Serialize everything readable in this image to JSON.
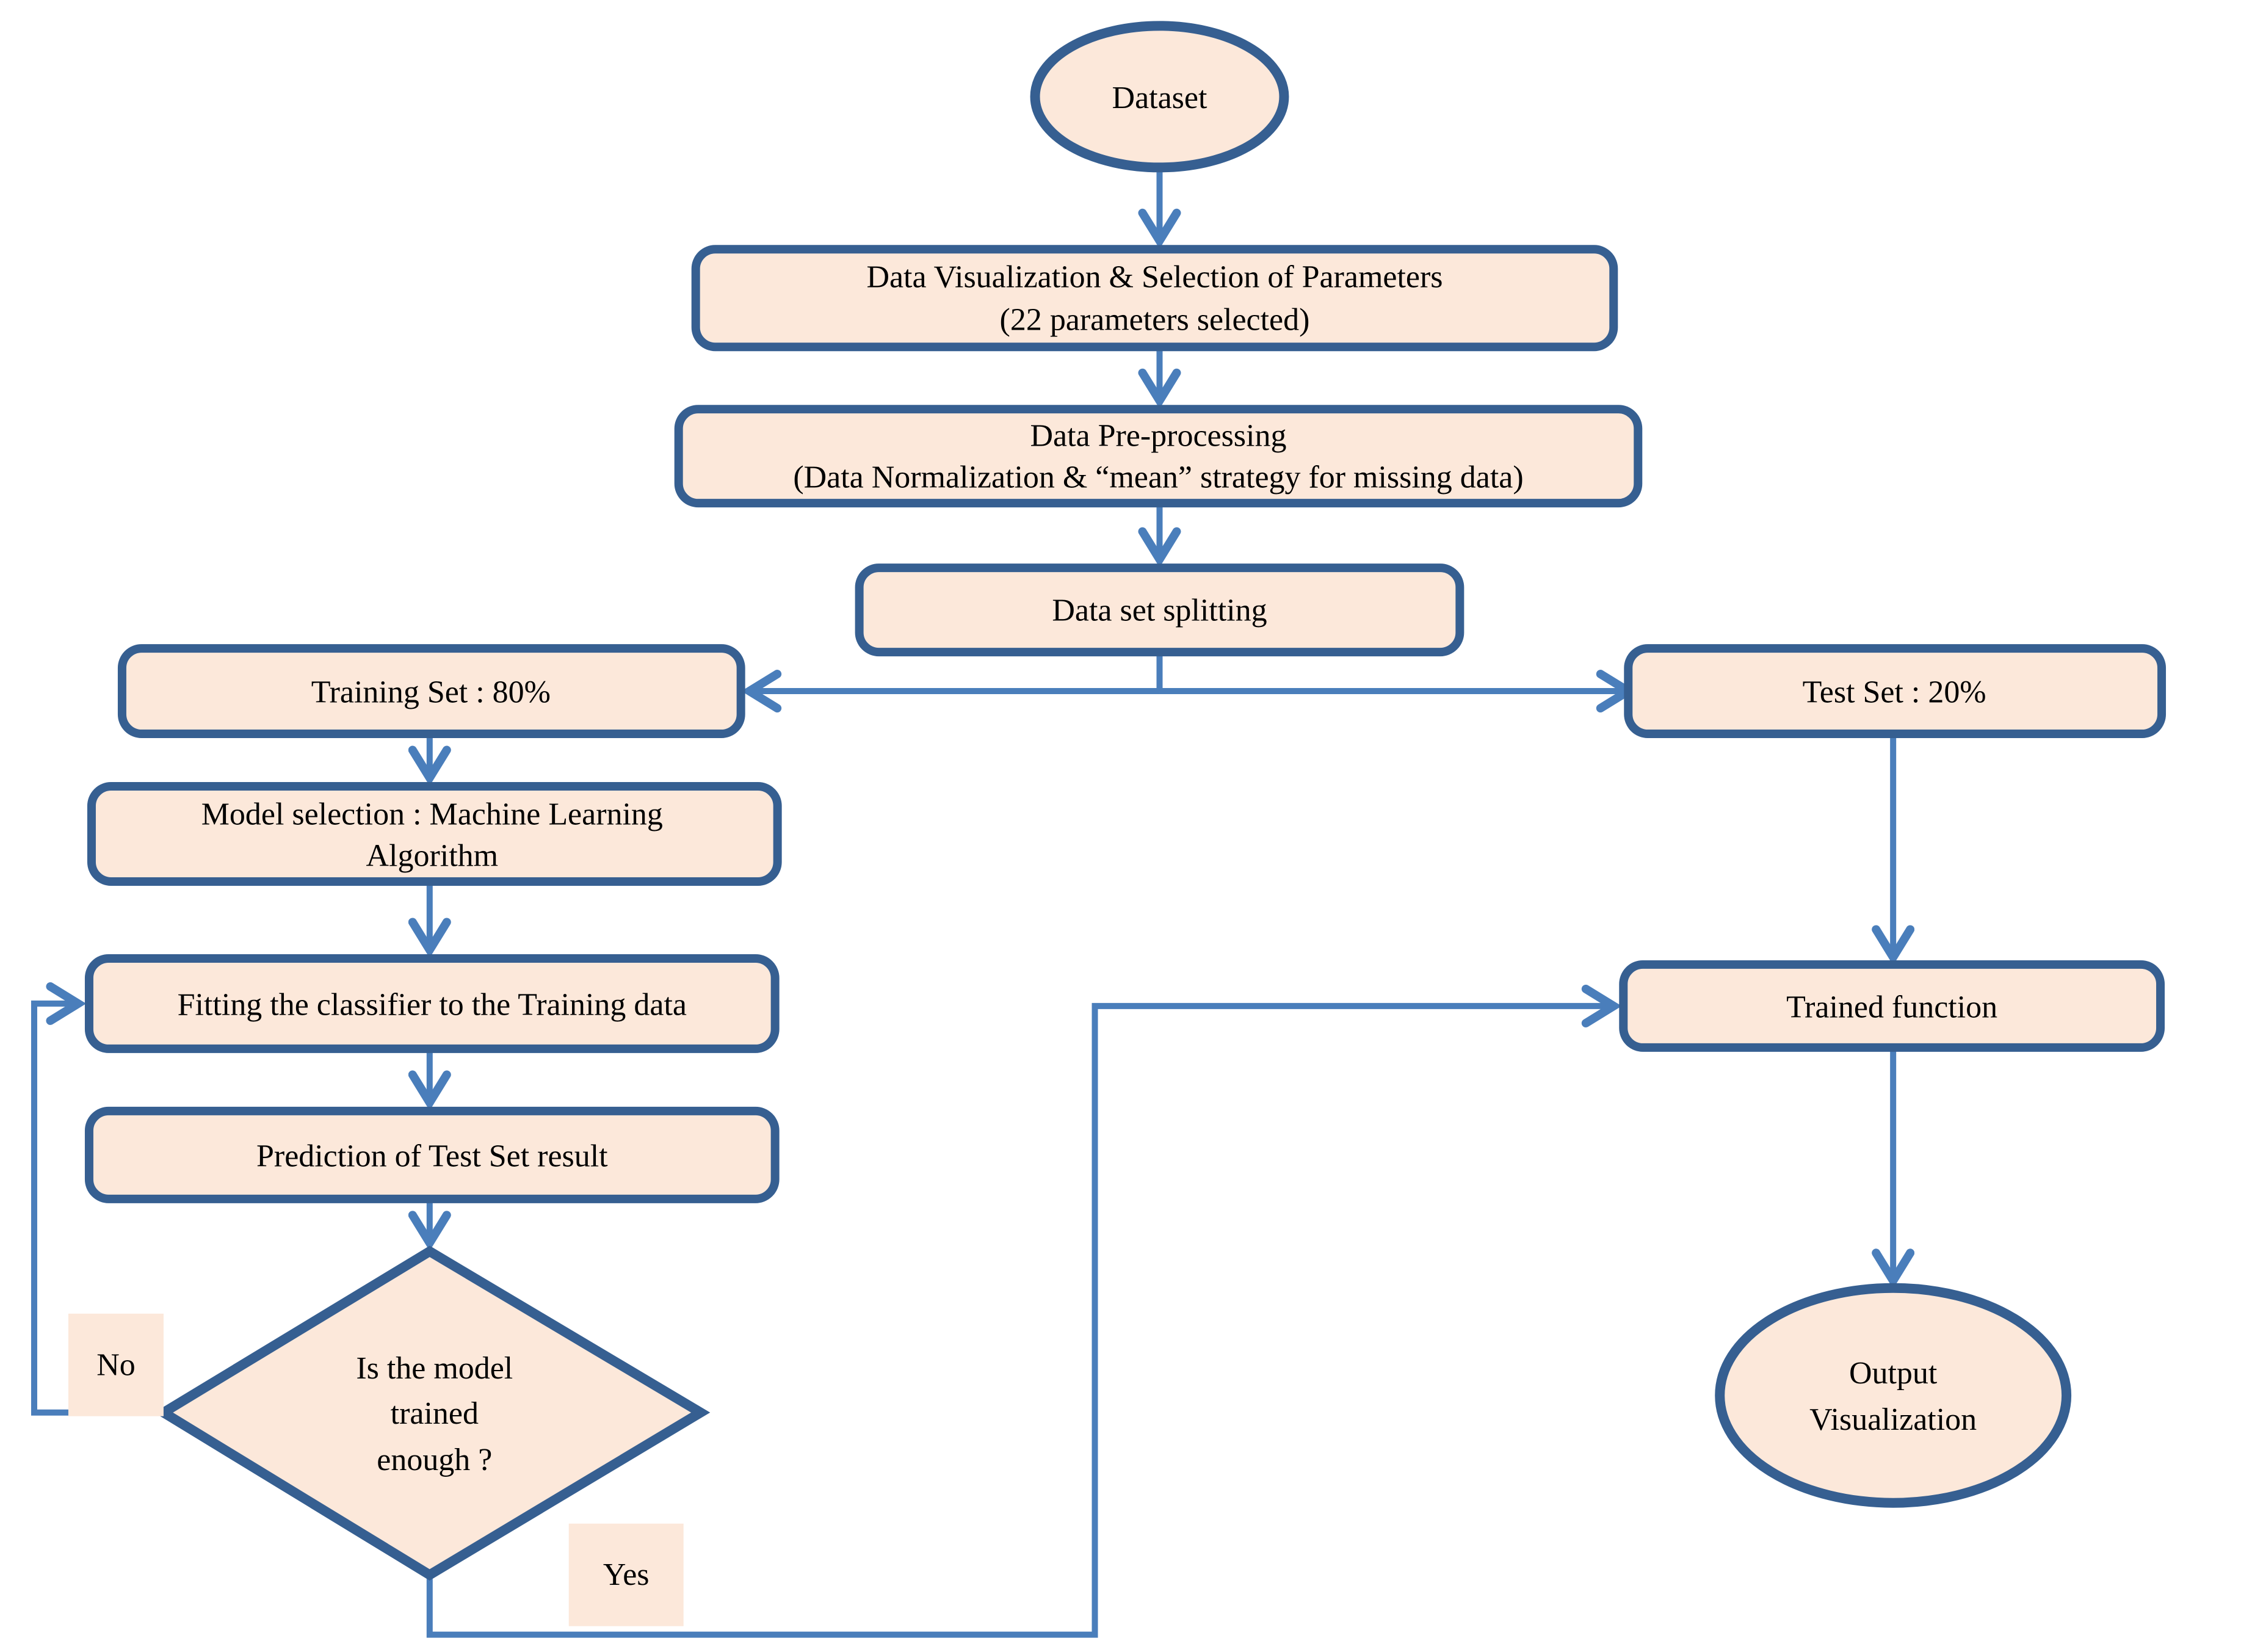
{
  "diagram": {
    "type": "flowchart",
    "title": "Machine learning workflow flowchart",
    "colors": {
      "node_fill": "#FCE8DA",
      "node_border": "#365F91",
      "connector": "#4A7EBB",
      "text": "#000000",
      "background": "#FFFFFF"
    },
    "nodes": {
      "dataset": {
        "shape": "ellipse",
        "lines": [
          "Dataset"
        ]
      },
      "visualization": {
        "shape": "rounded-rect",
        "lines": [
          "Data Visualization & Selection of Parameters",
          "(22 parameters selected)"
        ]
      },
      "preprocessing": {
        "shape": "rounded-rect",
        "lines": [
          "Data Pre-processing",
          "(Data Normalization & “mean” strategy for missing data)"
        ]
      },
      "splitting": {
        "shape": "rounded-rect",
        "lines": [
          "Data set splitting"
        ]
      },
      "training_set": {
        "shape": "rounded-rect",
        "lines": [
          "Training Set : 80%"
        ]
      },
      "test_set": {
        "shape": "rounded-rect",
        "lines": [
          "Test Set : 20%"
        ]
      },
      "model_selection": {
        "shape": "rounded-rect",
        "lines": [
          "Model selection : Machine Learning",
          "Algorithm"
        ]
      },
      "fitting": {
        "shape": "rounded-rect",
        "lines": [
          "Fitting the classifier to the Training data"
        ]
      },
      "prediction": {
        "shape": "rounded-rect",
        "lines": [
          "Prediction of Test Set result"
        ]
      },
      "decision": {
        "shape": "diamond",
        "lines": [
          "Is the model",
          "trained",
          "enough ?"
        ]
      },
      "trained_function": {
        "shape": "rounded-rect",
        "lines": [
          "Trained function"
        ]
      },
      "output_visualization": {
        "shape": "ellipse",
        "lines": [
          "Output",
          "Visualization"
        ]
      }
    },
    "edge_labels": {
      "no": "No",
      "yes": "Yes"
    }
  }
}
